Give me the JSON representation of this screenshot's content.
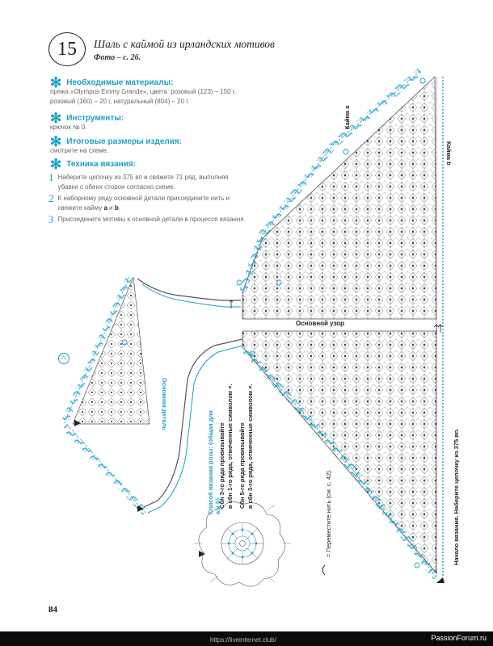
{
  "header": {
    "number": "15",
    "title": "Шаль с каймой из ирландских мотивов",
    "photo_ref": "Фото – с. 26."
  },
  "sections": {
    "materials": {
      "title": "Необходимые материалы:",
      "text": "пряжа «Olympus Emmy Grande», цвета: розовый (123) – 150 г, розовый (160) – 20 г, натуральный (804) – 20 г."
    },
    "tools": {
      "title": "Инструменты:",
      "text": "крючок № 0."
    },
    "sizes": {
      "title": "Итоговые размеры изделия:",
      "text": "смотрите на схеме."
    },
    "technique": {
      "title": "Техника вязания:"
    }
  },
  "steps": [
    {
      "num": "1",
      "text": "Наберите цепочку из 375 вп и свяжите 71 ряд, выполняя убавки с обеих сторон согласно схеме."
    },
    {
      "num": "2",
      "text_before": "К наборному ряду основной детали присоедините нить и свяжите кайму ",
      "a": "a",
      "and": " и ",
      "b": "b",
      "text_after": "."
    },
    {
      "num": "3",
      "text": "Присоедините мотивы к основной детали в процессе вязания."
    }
  ],
  "diagram": {
    "label_border_a": "Кайма a",
    "label_border_b": "Кайма b",
    "label_main_pattern": "Основной узор",
    "label_main_part": "Основная деталь",
    "label_start": "Начало вязания. Наберите цепочку из 375 вп.",
    "label_move_yarn": "= Переместите нить (см. с. 42).",
    "motif_title": "Способ вязания розы: (общая для a и b)",
    "motif_note1_a": "Сбн 3-го ряда провязывайте",
    "motif_note1_b": "в сбн 1-го ряда, отмеченные символом ×.",
    "motif_note2_a": "Сбн 5-го ряда провязывайте",
    "motif_note2_b": "в сбн 3-го ряда, отмеченные символом ×.",
    "row_marker": "71"
  },
  "colors": {
    "accent": "#1a9fc9",
    "chart_line": "#555555"
  },
  "footer": {
    "page_number": "84",
    "url": "https://liveinternet.club/",
    "brand": "PassionForum.ru"
  }
}
